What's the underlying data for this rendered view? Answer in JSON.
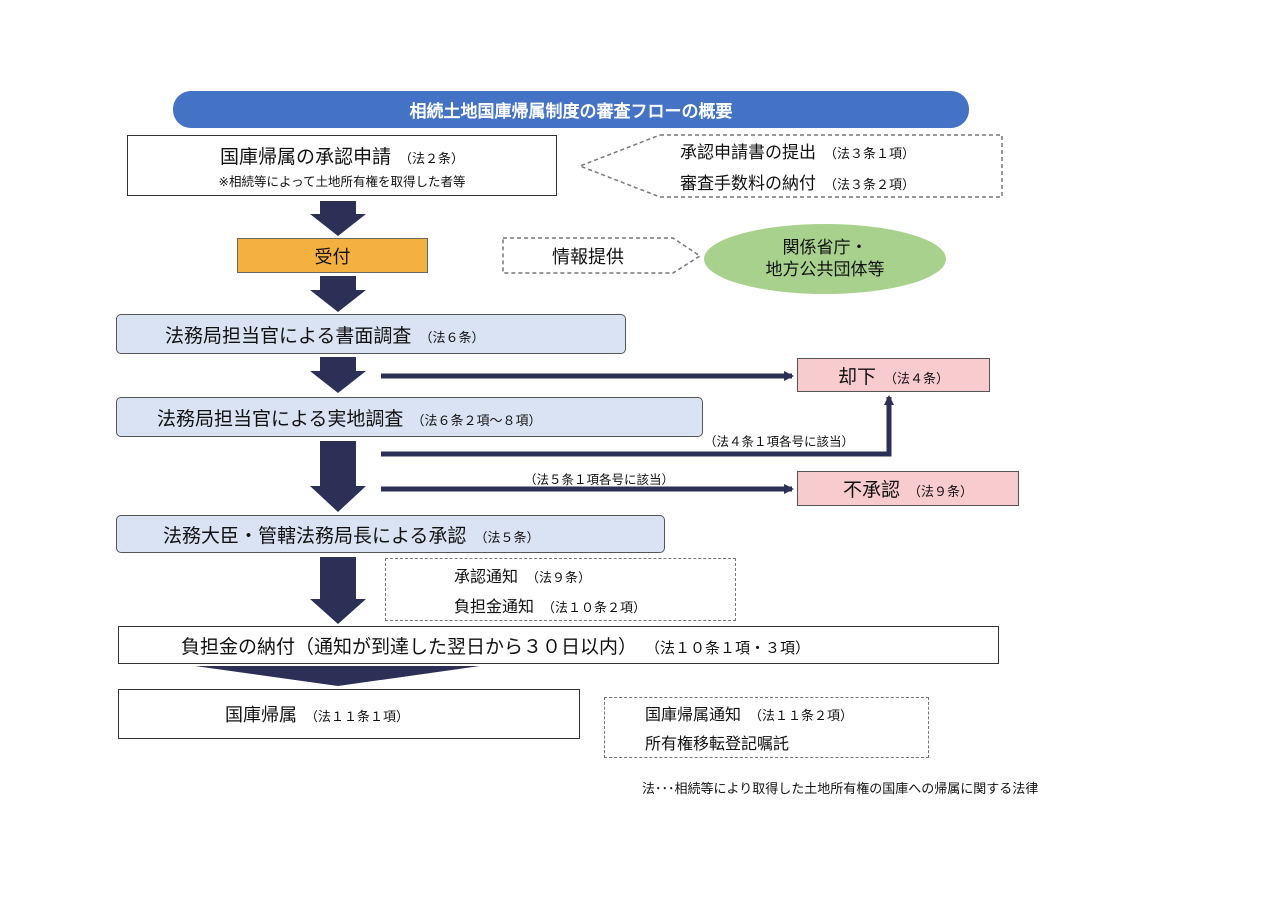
{
  "title": "相続土地国庫帰属制度の審査フローの概要",
  "application": {
    "main": "国庫帰属の承認申請",
    "ref": "（法２条）",
    "note": "※相続等によって土地所有権を取得した者等"
  },
  "submission": {
    "line1": "承認申請書の提出",
    "line1_ref": "（法３条１項）",
    "line2": "審査手数料の納付",
    "line2_ref": "（法３条２項）"
  },
  "reception": "受付",
  "info": {
    "label": "情報提供",
    "agencies_line1": "関係省庁・",
    "agencies_line2": "地方公共団体等"
  },
  "document_review": {
    "main": "法務局担当官による書面調査",
    "ref": "（法６条）"
  },
  "field_review": {
    "main": "法務局担当官による実地調査",
    "ref": "（法６条２項～８項）"
  },
  "rejection": {
    "main": "却下",
    "ref": "（法４条）",
    "condition": "（法４条１項各号に該当）"
  },
  "disapproval": {
    "main": "不承認",
    "ref": "（法９条）",
    "condition": "（法５条１項各号に該当）"
  },
  "approval": {
    "main": "法務大臣・管轄法務局長による承認",
    "ref": "（法５条）"
  },
  "notices": {
    "line1": "承認通知",
    "line1_ref": "（法９条）",
    "line2": "負担金通知",
    "line2_ref": "（法１０条２項）"
  },
  "payment": {
    "main": "負担金の納付（通知が到達した翌日から３０日以内）",
    "ref": "（法１０条１項・３項）"
  },
  "reversion": {
    "main": "国庫帰属",
    "ref": "（法１１条１項）"
  },
  "final_notices": {
    "line1": "国庫帰属通知",
    "line1_ref": "（法１１条２項）",
    "line2": "所有権移転登記嘱託"
  },
  "footnote": "法･･･相続等により取得した土地所有権の国庫への帰属に関する法律",
  "colors": {
    "title_bg": "#4472c4",
    "reception_bg": "#f4b13f",
    "review_bg": "#dae3f3",
    "reject_bg": "#f8cbcf",
    "agency_bg": "#a9d18e",
    "arrow": "#2c2f56"
  }
}
